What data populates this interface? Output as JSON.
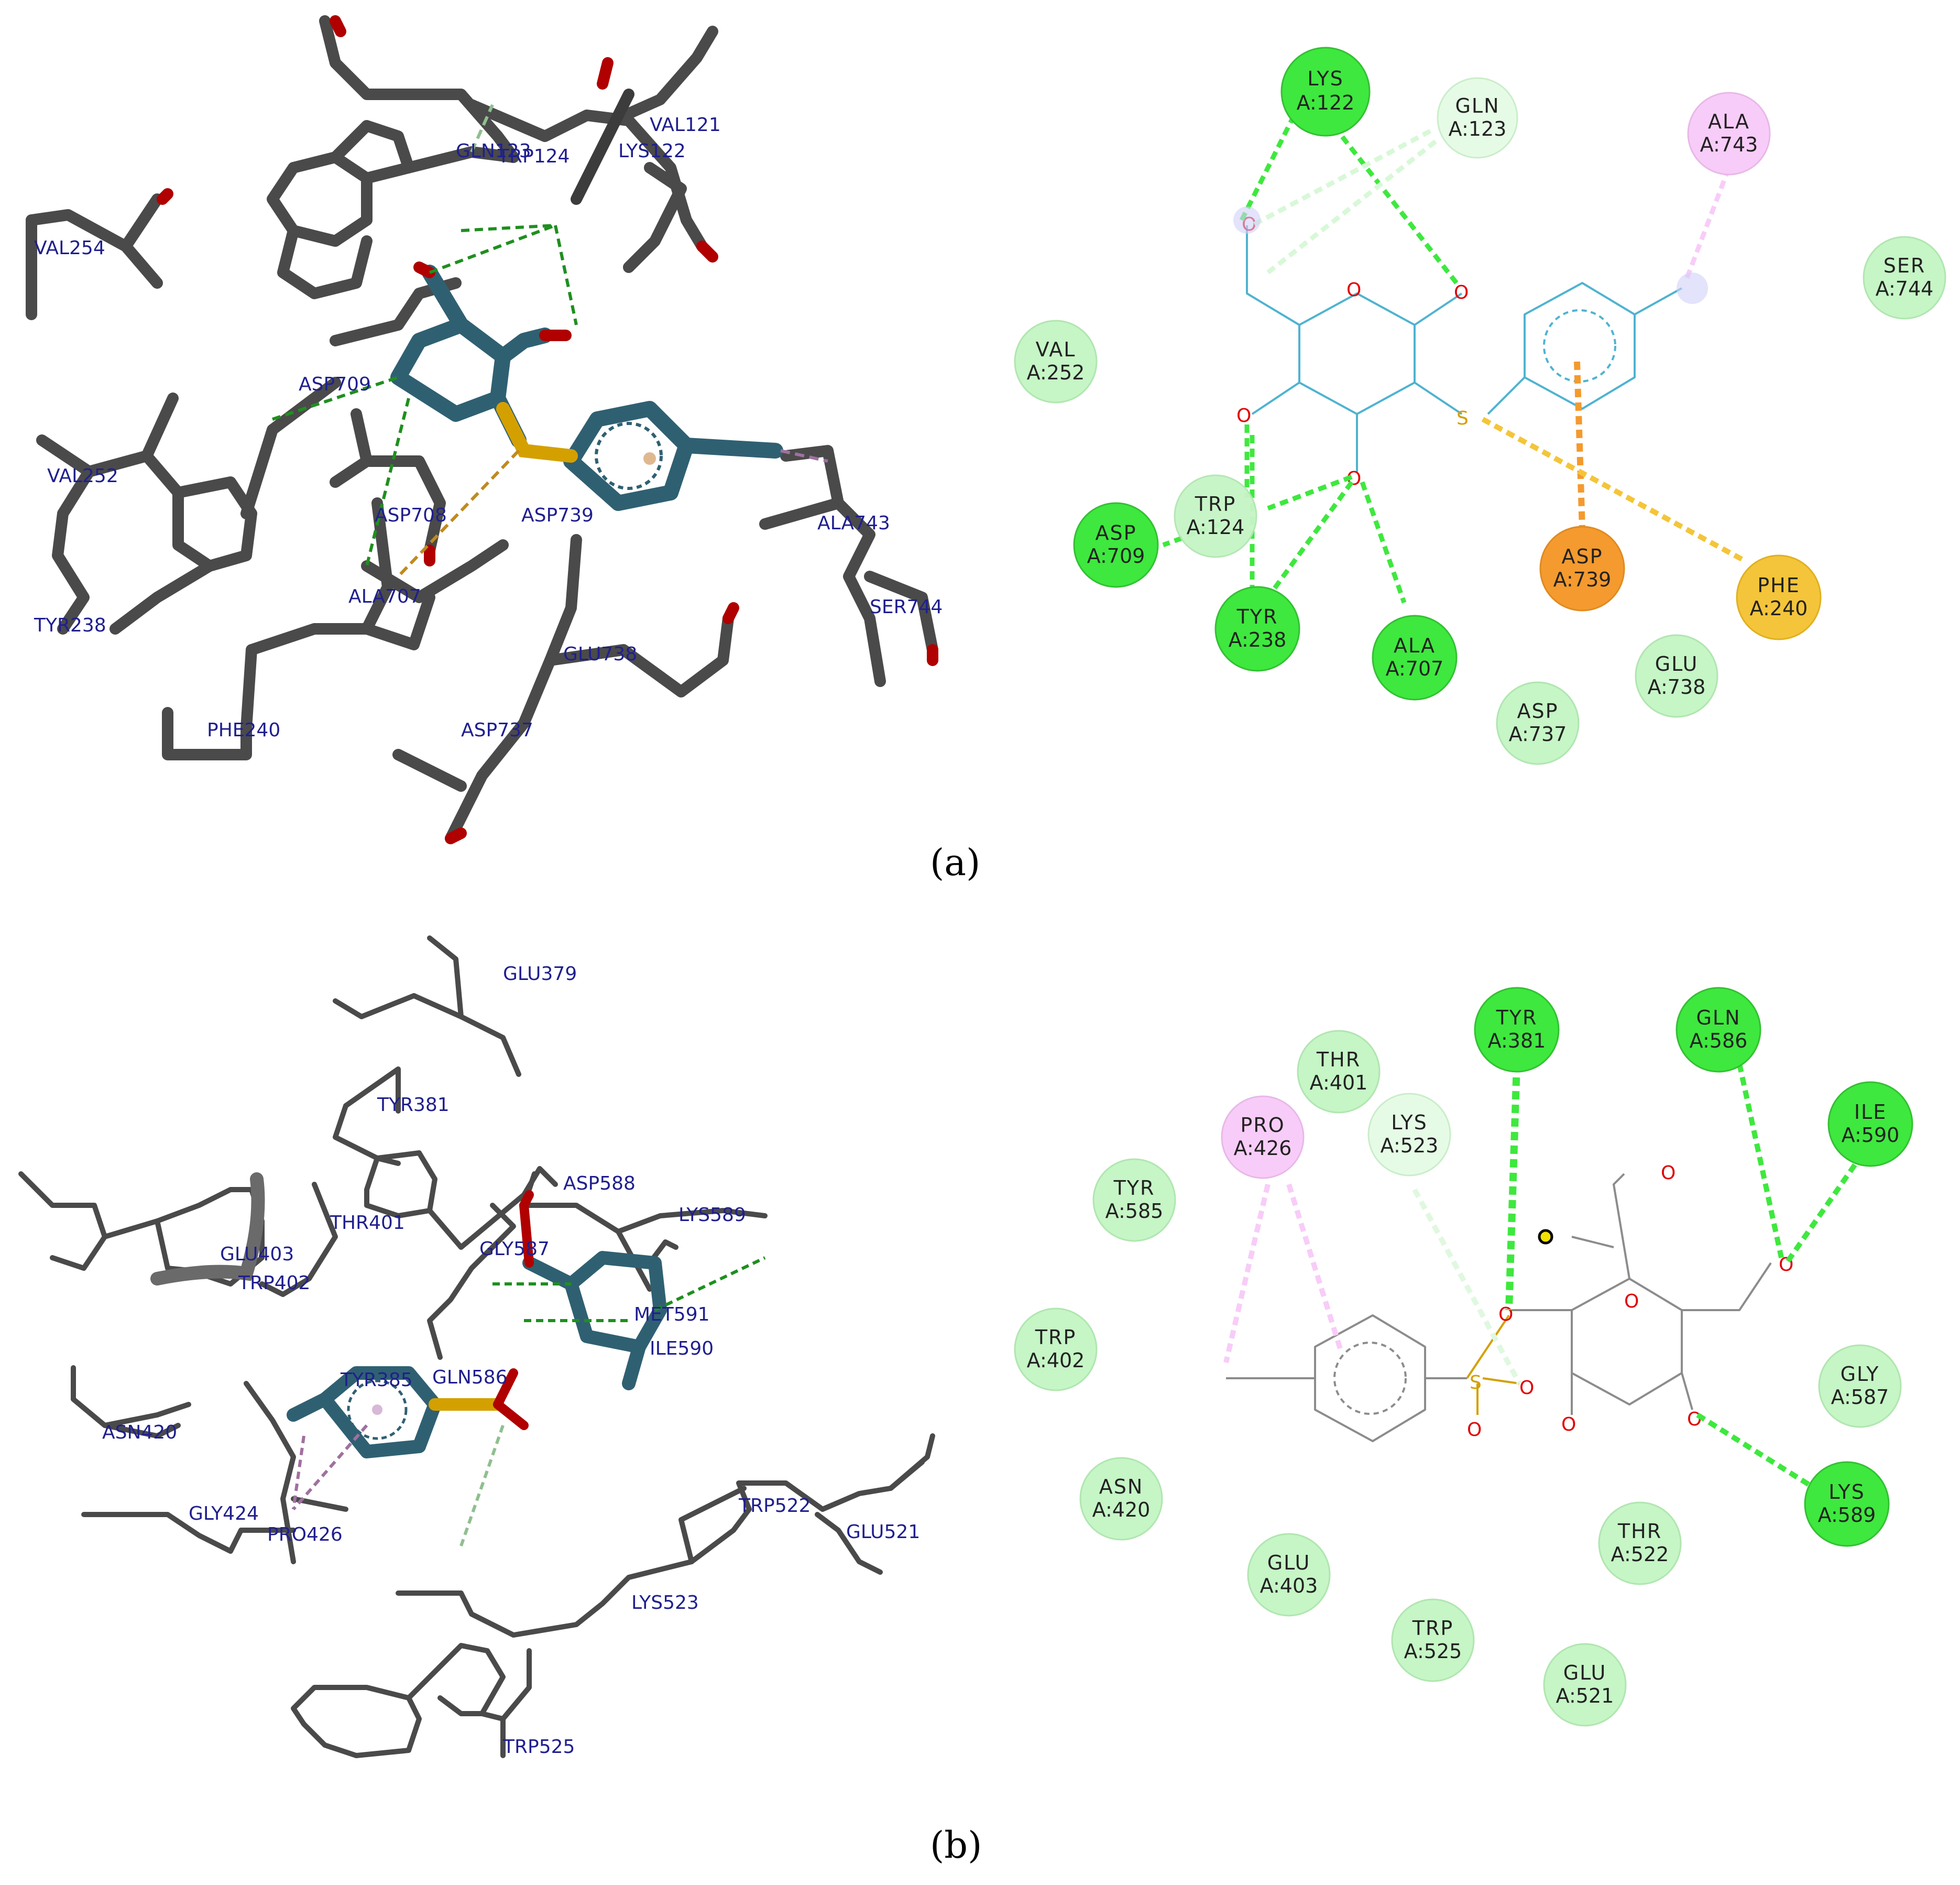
{
  "panels": [
    {
      "label": "(a)",
      "labels_3d": [
        "GLN123",
        "TRP124",
        "VAL121",
        "LYS122",
        "VAL254",
        "ASP709",
        "VAL252",
        "ASP708",
        "ASP739",
        "ALA707",
        "ALA743",
        "SER744",
        "TYR238",
        "GLU738",
        "PHE240",
        "ASP737"
      ],
      "residues": [
        {
          "name": "LYS",
          "id": "A:122",
          "type": "hbond"
        },
        {
          "name": "GLN",
          "id": "A:123",
          "type": "carbon"
        },
        {
          "name": "ALA",
          "id": "A:743",
          "type": "alkyl"
        },
        {
          "name": "SER",
          "id": "A:744",
          "type": "vdw"
        },
        {
          "name": "VAL",
          "id": "A:252",
          "type": "vdw"
        },
        {
          "name": "ASP",
          "id": "A:709",
          "type": "hbond"
        },
        {
          "name": "TRP",
          "id": "A:124",
          "type": "vdw"
        },
        {
          "name": "TYR",
          "id": "A:238",
          "type": "hbond"
        },
        {
          "name": "ALA",
          "id": "A:707",
          "type": "hbond"
        },
        {
          "name": "ASP",
          "id": "A:739",
          "type": "anion"
        },
        {
          "name": "PHE",
          "id": "A:240",
          "type": "sulfur"
        },
        {
          "name": "GLU",
          "id": "A:738",
          "type": "vdw"
        },
        {
          "name": "ASP",
          "id": "A:737",
          "type": "vdw"
        }
      ],
      "atoms": [
        "O",
        "O",
        "O",
        "O",
        "O",
        "O",
        "S"
      ]
    },
    {
      "label": "(b)",
      "labels_3d": [
        "GLU379",
        "TYR381",
        "ASP588",
        "LYS589",
        "THR401",
        "GLU403",
        "TRP402",
        "GLY587",
        "MET591",
        "ILE590",
        "GLN586",
        "TYR385",
        "ASN420",
        "GLY424",
        "PRO426",
        "TRP522",
        "GLU521",
        "LYS523",
        "TRP525"
      ],
      "residues": [
        {
          "name": "TYR",
          "id": "A:381",
          "type": "hbond"
        },
        {
          "name": "GLN",
          "id": "A:586",
          "type": "hbond"
        },
        {
          "name": "THR",
          "id": "A:401",
          "type": "vdw"
        },
        {
          "name": "PRO",
          "id": "A:426",
          "type": "alkyl"
        },
        {
          "name": "LYS",
          "id": "A:523",
          "type": "carbon"
        },
        {
          "name": "ILE",
          "id": "A:590",
          "type": "hbond"
        },
        {
          "name": "TYR",
          "id": "A:585",
          "type": "vdw"
        },
        {
          "name": "TRP",
          "id": "A:402",
          "type": "vdw"
        },
        {
          "name": "GLY",
          "id": "A:587",
          "type": "vdw"
        },
        {
          "name": "ASN",
          "id": "A:420",
          "type": "vdw"
        },
        {
          "name": "LYS",
          "id": "A:589",
          "type": "hbond"
        },
        {
          "name": "THR",
          "id": "A:522",
          "type": "vdw"
        },
        {
          "name": "GLU",
          "id": "A:403",
          "type": "vdw"
        },
        {
          "name": "TRP",
          "id": "A:525",
          "type": "vdw"
        },
        {
          "name": "GLU",
          "id": "A:521",
          "type": "vdw"
        }
      ],
      "atoms": [
        "O",
        "O",
        "O",
        "O",
        "O",
        "O",
        "O",
        "O",
        "S"
      ]
    }
  ],
  "colors": {
    "hbond": "#3ee83e",
    "vdw": "#c6f5c6",
    "carbon": "#e6fbe6",
    "alkyl": "#f8ccf8",
    "anion": "#f49a2e",
    "sulfur": "#f4c53a",
    "ligand_2d_a": "#4fb3d0",
    "ligand_2d_b": "#8c8c8c",
    "oxygen": "#e00000",
    "sulfur_atom": "#d4a000",
    "stick": "#4a4a4a",
    "ligand_3d": "#2f6072",
    "label_3d": "#1f1f8f"
  }
}
